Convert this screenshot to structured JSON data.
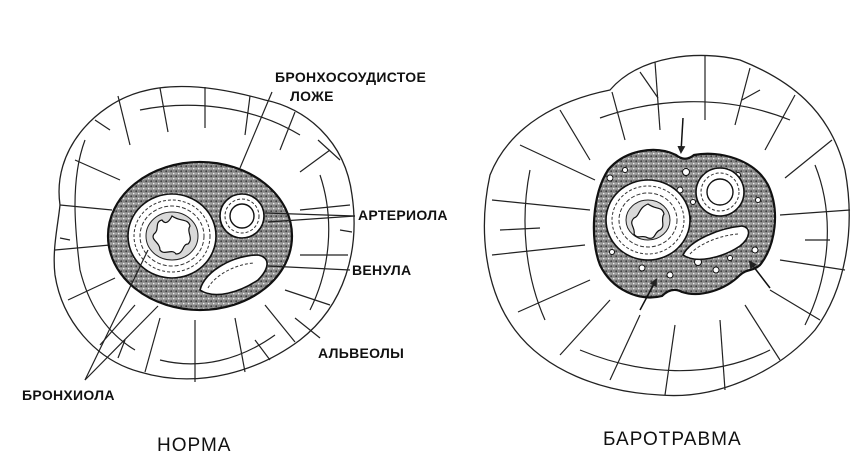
{
  "labels": {
    "bed_line1": "БРОНХОСОУДИСТОЕ",
    "bed_line2": "ЛОЖЕ",
    "arteriole": "АРТЕРИОЛА",
    "venule": "ВЕНУЛА",
    "alveoli": "АЛЬВЕОЛЫ",
    "bronchiole": "БРОНХИОЛА"
  },
  "captions": {
    "left": "НОРМА",
    "right": "БАРОТРАВМА"
  },
  "colors": {
    "ink": "#222222",
    "background": "#ffffff"
  }
}
